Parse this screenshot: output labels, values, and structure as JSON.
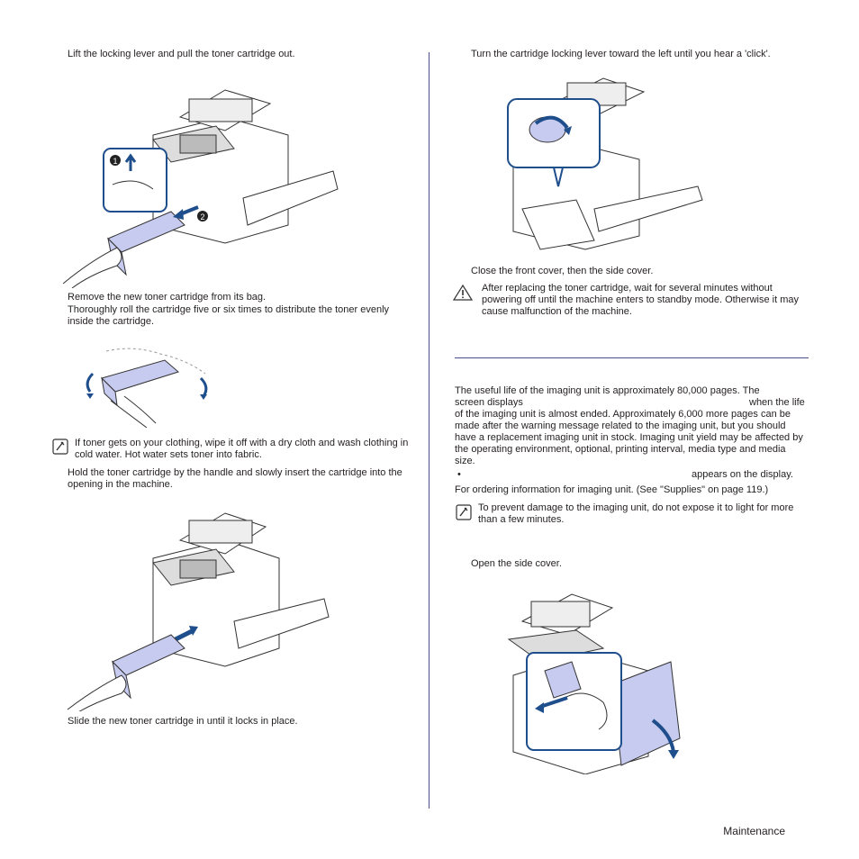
{
  "left": {
    "step_lift": "Lift the locking lever and pull the toner cartridge out.",
    "callout_1": "1",
    "callout_2": "2",
    "remove_new": "Remove the new toner cartridge from its bag.",
    "roll": "Thoroughly roll the cartridge five or six times to distribute the toner evenly inside the cartridge.",
    "note_clothing": "If toner gets on your clothing, wipe it off with a dry cloth and wash clothing in cold water. Hot water sets toner into fabric.",
    "hold": "Hold the toner cartridge by the handle and slowly insert the cartridge into the opening in the machine.",
    "slide": "Slide the new toner cartridge in until it locks in place."
  },
  "right": {
    "turn_lever": "Turn the cartridge locking lever toward the left until you hear a 'click'.",
    "close_covers": "Close the front cover, then the side cover.",
    "caution": "After replacing the toner cartridge, wait for several minutes without powering off until the machine enters to standby mode. Otherwise it may cause malfunction of the machine.",
    "life_p1": "The useful life of the imaging unit is approximately 80,000 pages. The",
    "life_p2a": "screen displays",
    "life_p2b": "when the life",
    "life_p3": "of the imaging unit is almost ended. Approximately 6,000 more pages can be made after the warning message related to the imaging unit, but you should have a replacement imaging unit in stock. Imaging unit yield may be affected by the operating environment, optional, printing interval, media type and media size.",
    "bullet": "•",
    "bullet_tail": "appears on the display.",
    "ordering": "For ordering information for imaging unit. (See \"Supplies\" on page 119.)",
    "note_light": "To prevent damage to the imaging unit, do not expose it to light for more than a few minutes.",
    "open_side": "Open the side cover."
  },
  "footer": {
    "section": "Maintenance"
  },
  "colors": {
    "accent": "#4a4f8f",
    "highlight": "#c7cbef",
    "arrow": "#1f4e8c"
  }
}
